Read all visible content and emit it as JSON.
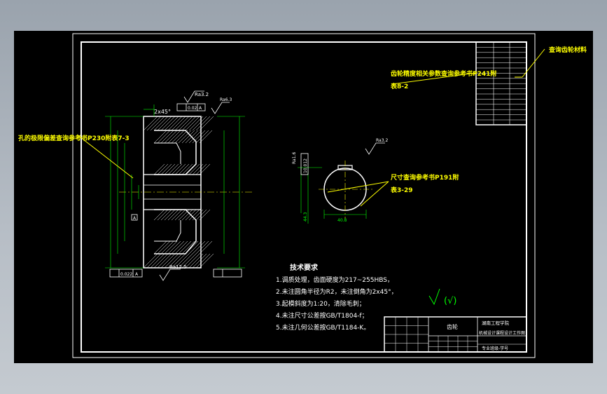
{
  "drawing": {
    "chamfer_label": "2x45°",
    "roughness_top": "Ra3.2",
    "roughness_bottom": "Ra12.5",
    "roughness_bore": "Ra1.6",
    "roughness_key": "Ra3.2",
    "roughness_right": "Ra6.3",
    "datum_label": "A",
    "tol_top_a": "0.02",
    "tol_top_b": "A",
    "tol_bottom_a": "0.022",
    "tol_bottom_b": "A",
    "key_dim": "10.012",
    "key_depth": "44.3",
    "bore_dim": "40.8",
    "check_mark": "(√)"
  },
  "annotations": {
    "top_right": "查询齿轮材料",
    "middle_top_1": "齿轮精度相关参数查询参考书P241附",
    "middle_top_2": "表8-2",
    "left": "孔的极限偏差查询参考书P230附表7-3",
    "right_1": "尺寸查询参考书P191附",
    "right_2": "表3-29"
  },
  "tech_req": {
    "title": "技术要求",
    "lines": [
      "1.调质处理，齿面硬度为217~255HBS，",
      "2.未注圆角半径为R2，未注倒角为2x45°，",
      "3.起模斜度为1:20，清除毛刺；",
      "4.未注尺寸公差按GB/T1804-f；",
      "5.未注几何公差按GB/T1184-K。"
    ]
  },
  "title_block": {
    "part": "齿轮",
    "school": "湖南工程学院",
    "course": "机械设计课程设计工作图",
    "major": "专业班级-学号"
  }
}
